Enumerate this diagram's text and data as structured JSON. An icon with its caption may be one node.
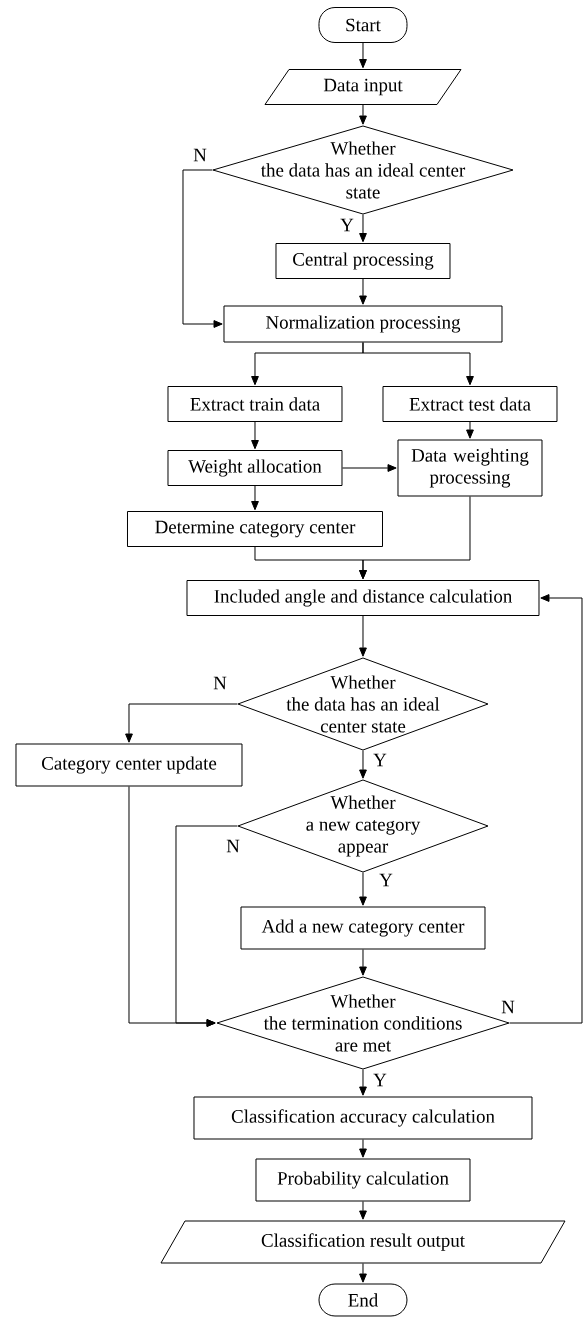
{
  "diagram": {
    "nodes": [
      {
        "text": [
          "Start"
        ]
      },
      {
        "text": [
          "Data input"
        ]
      },
      {
        "text": [
          "Whether the data has an ideal center state"
        ]
      },
      {
        "text": [
          "Central processing"
        ]
      },
      {
        "text": [
          "Normalization processing"
        ]
      },
      {
        "text": [
          "Extract train data"
        ]
      },
      {
        "text": [
          "Extract test data"
        ]
      },
      {
        "text": [
          "Weight allocation"
        ]
      },
      {
        "text": [
          "Data weighting processing"
        ]
      },
      {
        "text": [
          "Determine category center"
        ]
      },
      {
        "text": [
          "Included angle and distance calculation"
        ]
      },
      {
        "text": [
          "Whether the data has an ideal center state"
        ]
      },
      {
        "text": [
          "Category center update"
        ]
      },
      {
        "text": [
          "Whether a new category appear"
        ]
      },
      {
        "text": [
          "Add a new category center"
        ]
      },
      {
        "text": [
          "Whether the termination conditions are met"
        ]
      },
      {
        "text": [
          "Classification accuracy calculation"
        ]
      },
      {
        "text": [
          "Probability calculation"
        ]
      },
      {
        "text": [
          "Classification result output"
        ]
      },
      {
        "text": [
          "End"
        ]
      }
    ],
    "edges": [
      {
        "from": 0,
        "to": 1,
        "arrow": "to"
      },
      {
        "from": 1,
        "to": 2,
        "arrow": "to"
      },
      {
        "from": 2,
        "to": 3,
        "arrow": "to",
        "label": "Y"
      },
      {
        "from": 2,
        "to": 4,
        "arrow": "to",
        "label": "N"
      },
      {
        "from": 3,
        "to": 4,
        "arrow": "to"
      },
      {
        "from": 4,
        "to": 5,
        "arrow": "to"
      },
      {
        "from": 4,
        "to": 6,
        "arrow": "to"
      },
      {
        "from": 5,
        "to": 7,
        "arrow": "to"
      },
      {
        "from": 6,
        "to": 8,
        "arrow": "to"
      },
      {
        "from": 7,
        "to": 8,
        "arrow": "to"
      },
      {
        "from": 7,
        "to": 9,
        "arrow": "to"
      },
      {
        "from": 9,
        "to": 10,
        "arrow": "to"
      },
      {
        "from": 8,
        "to": 10,
        "arrow": "to"
      },
      {
        "from": 10,
        "to": 11,
        "arrow": "to"
      },
      {
        "from": 11,
        "to": 12,
        "arrow": "to",
        "label": "N"
      },
      {
        "from": 11,
        "to": 13,
        "arrow": "to",
        "label": "Y"
      },
      {
        "from": 13,
        "to": 15,
        "arrow": "to",
        "label": "N"
      },
      {
        "from": 13,
        "to": 14,
        "arrow": "to",
        "label": "Y"
      },
      {
        "from": 14,
        "to": 15,
        "arrow": "to"
      },
      {
        "from": 12,
        "to": 15,
        "arrow": "to"
      },
      {
        "from": 15,
        "to": 10,
        "arrow": "to",
        "label": "N"
      },
      {
        "from": 15,
        "to": 16,
        "arrow": "to",
        "label": "Y"
      },
      {
        "from": 16,
        "to": 17,
        "arrow": "to"
      },
      {
        "from": 17,
        "to": 18,
        "arrow": "to"
      },
      {
        "from": 18,
        "to": 19,
        "arrow": "to"
      }
    ]
  }
}
